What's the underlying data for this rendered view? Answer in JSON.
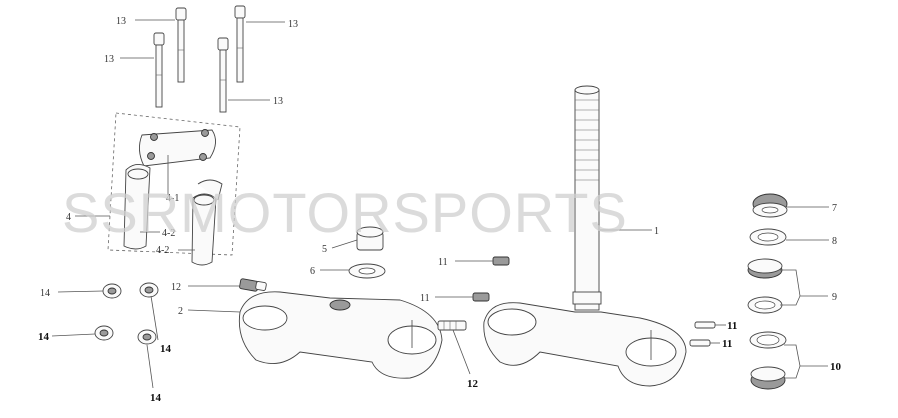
{
  "watermark": "SSRMOTORSPORTS",
  "callouts": {
    "c13a": "13",
    "c13b": "13",
    "c13c": "13",
    "c13d": "13",
    "c4": "4",
    "c4_1": "4-1",
    "c4_2a": "4-2",
    "c4_2b": "4-2",
    "c5": "5",
    "c6": "6",
    "c2": "2",
    "c12a": "12",
    "c12b": "12",
    "c14a": "14",
    "c14b": "14",
    "c14c": "14",
    "c14d": "14",
    "c11a": "11",
    "c11b": "11",
    "c11c": "11",
    "c11d": "11",
    "c1": "1",
    "c7": "7",
    "c8": "8",
    "c9": "9",
    "c10": "10"
  }
}
